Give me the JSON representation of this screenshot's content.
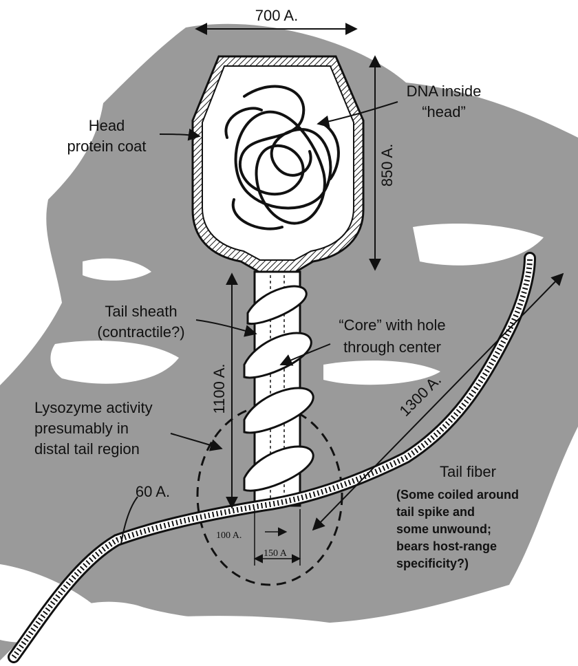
{
  "colors": {
    "background": "#9a9a9a",
    "paper": "#ffffff",
    "ink": "#111111"
  },
  "dimensions": {
    "head_width": "700 A.",
    "head_height": "850 A.",
    "tail_length": "1100 A.",
    "fiber_length": "1300 A.",
    "fiber_width": "60 A.",
    "core_hole": "100 A.",
    "core_width": "150 A"
  },
  "labels": {
    "head_coat": [
      "Head",
      "protein coat"
    ],
    "dna": [
      "DNA inside",
      "“head”"
    ],
    "tail_sheath": [
      "Tail sheath",
      "(contractile?)"
    ],
    "core": [
      "“Core” with hole",
      "through center"
    ],
    "lysozyme": [
      "Lysozyme activity",
      "presumably in",
      "distal tail region"
    ],
    "tail_fiber_title": "Tail fiber",
    "tail_fiber_note": [
      "(Some coiled around",
      "tail spike and",
      "some unwound;",
      "bears host-range",
      "specificity?)"
    ]
  }
}
